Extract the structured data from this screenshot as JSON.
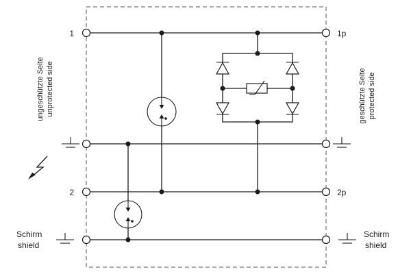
{
  "terminals": {
    "line_1_in": "1",
    "line_1_out": "1p",
    "line_2_in": "2",
    "line_2_out": "2p"
  },
  "side_labels": {
    "unprotected_de": "ungeschützte Seite",
    "unprotected_en": "unprotected side",
    "protected_de": "geschützte Seite",
    "protected_en": "protected side"
  },
  "shield_labels": {
    "left_de": "Schirm",
    "left_en": "shield",
    "right_de": "Schirm",
    "right_en": "shield"
  },
  "icons": {
    "surge": "lightning-bolt-icon",
    "ground": "ground-icon",
    "gas_discharge_tube": "gas-discharge-tube-icon",
    "diode": "diode-icon",
    "varistor": "varistor-icon"
  }
}
